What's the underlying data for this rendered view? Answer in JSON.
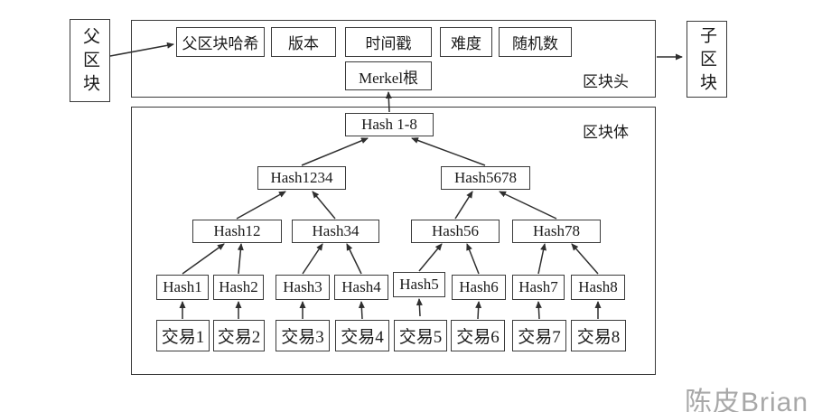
{
  "parent_block": {
    "label": "父区块"
  },
  "child_block": {
    "label": "子区块"
  },
  "block_header": {
    "label": "区块头",
    "fields": [
      "父区块哈希",
      "版本",
      "时间戳",
      "难度",
      "随机数"
    ],
    "merkle_root": "Merkel根"
  },
  "block_body": {
    "label": "区块体",
    "merkle_tree": {
      "root": "Hash 1-8",
      "level2": [
        "Hash1234",
        "Hash5678"
      ],
      "level3": [
        "Hash12",
        "Hash34",
        "Hash56",
        "Hash78"
      ],
      "level4": [
        "Hash1",
        "Hash2",
        "Hash3",
        "Hash4",
        "Hash5",
        "Hash6",
        "Hash7",
        "Hash8"
      ],
      "transactions": [
        "交易1",
        "交易2",
        "交易3",
        "交易4",
        "交易5",
        "交易6",
        "交易7",
        "交易8"
      ]
    }
  },
  "watermark": "陈皮Brian",
  "colors": {
    "line": "#2f2f2f",
    "border": "#3a3a3a",
    "text": "#1a1a1a",
    "watermark": "#a8a8a8",
    "background": "#ffffff"
  }
}
